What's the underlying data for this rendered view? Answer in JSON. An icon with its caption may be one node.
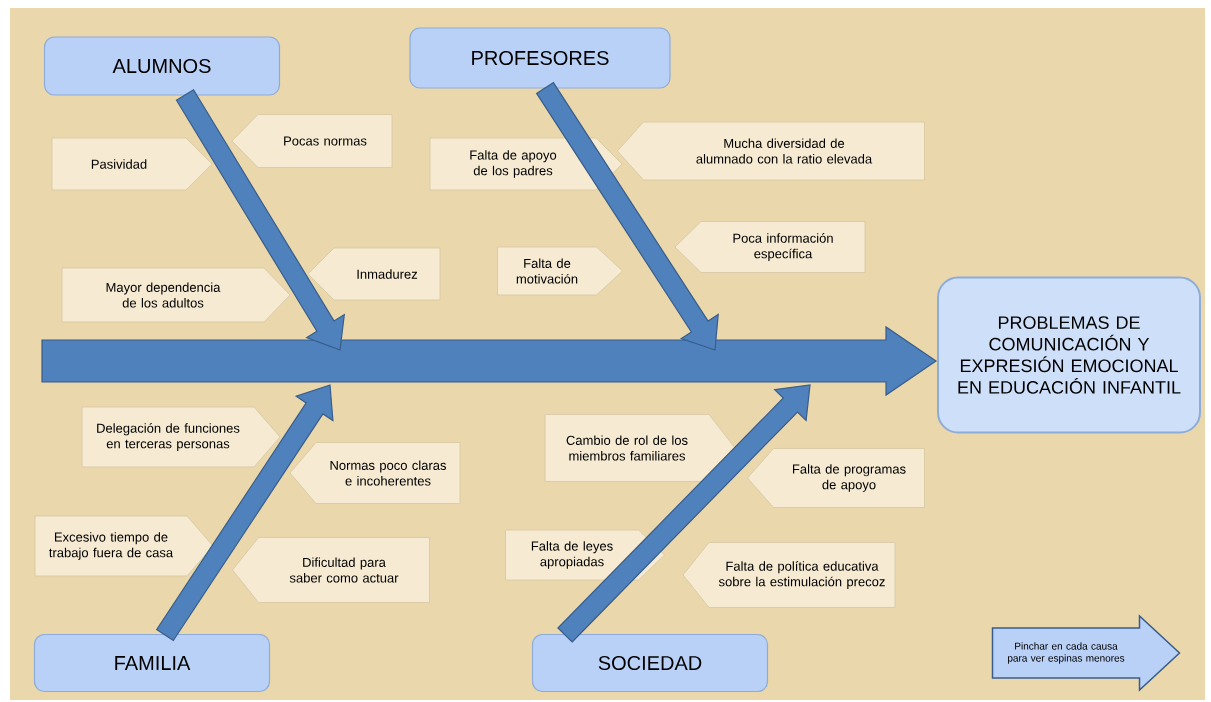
{
  "diagram": {
    "nodes": [
      {
        "text": [
          "ALUMNOS"
        ]
      },
      {
        "text": [
          "PROFESORES"
        ]
      },
      {
        "text": [
          "Pocas normas"
        ]
      },
      {
        "text": [
          "Pasividad"
        ]
      },
      {
        "text": [
          "Falta de apoyo de los padres"
        ]
      },
      {
        "text": [
          "Mucha diversidad de alumnado con la ratio elevada"
        ]
      },
      {
        "text": [
          "Inmadurez"
        ]
      },
      {
        "text": [
          "Mayor dependencia de los adultos"
        ]
      },
      {
        "text": [
          "Falta de motivación"
        ]
      },
      {
        "text": [
          "Poca información específica"
        ]
      },
      {
        "text": [
          "PROBLEMAS DE COMUNICACIÓN Y EXPRESIÓN EMOCIONAL EN EDUCACIÓN INFANTIL"
        ]
      },
      {
        "text": [
          "Delegación de funciones en terceras personas"
        ]
      },
      {
        "text": [
          "Normas poco claras e incoherentes"
        ]
      },
      {
        "text": [
          "Cambio de rol de los miembros familiares"
        ]
      },
      {
        "text": [
          "Falta de programas de apoyo"
        ]
      },
      {
        "text": [
          "Excesivo tiempo de trabajo fuera de casa"
        ]
      },
      {
        "text": [
          "Dificultad para saber como actuar"
        ]
      },
      {
        "text": [
          "Falta de leyes apropiadas"
        ]
      },
      {
        "text": [
          "Falta de política educativa sobre la estimulación precoz"
        ]
      },
      {
        "text": [
          "FAMILIA"
        ]
      },
      {
        "text": [
          "SOCIEDAD"
        ]
      },
      {
        "text": [
          "Pinchar en cada causa para ver espinas menores"
        ]
      }
    ],
    "edges": [
      {
        "from": null,
        "to": 10,
        "arrow": "to"
      },
      {
        "from": 0,
        "to": null,
        "arrow": "to"
      },
      {
        "from": 1,
        "to": null,
        "arrow": "to"
      },
      {
        "from": 19,
        "to": null,
        "arrow": "to"
      },
      {
        "from": 20,
        "to": null,
        "arrow": "to"
      }
    ]
  }
}
